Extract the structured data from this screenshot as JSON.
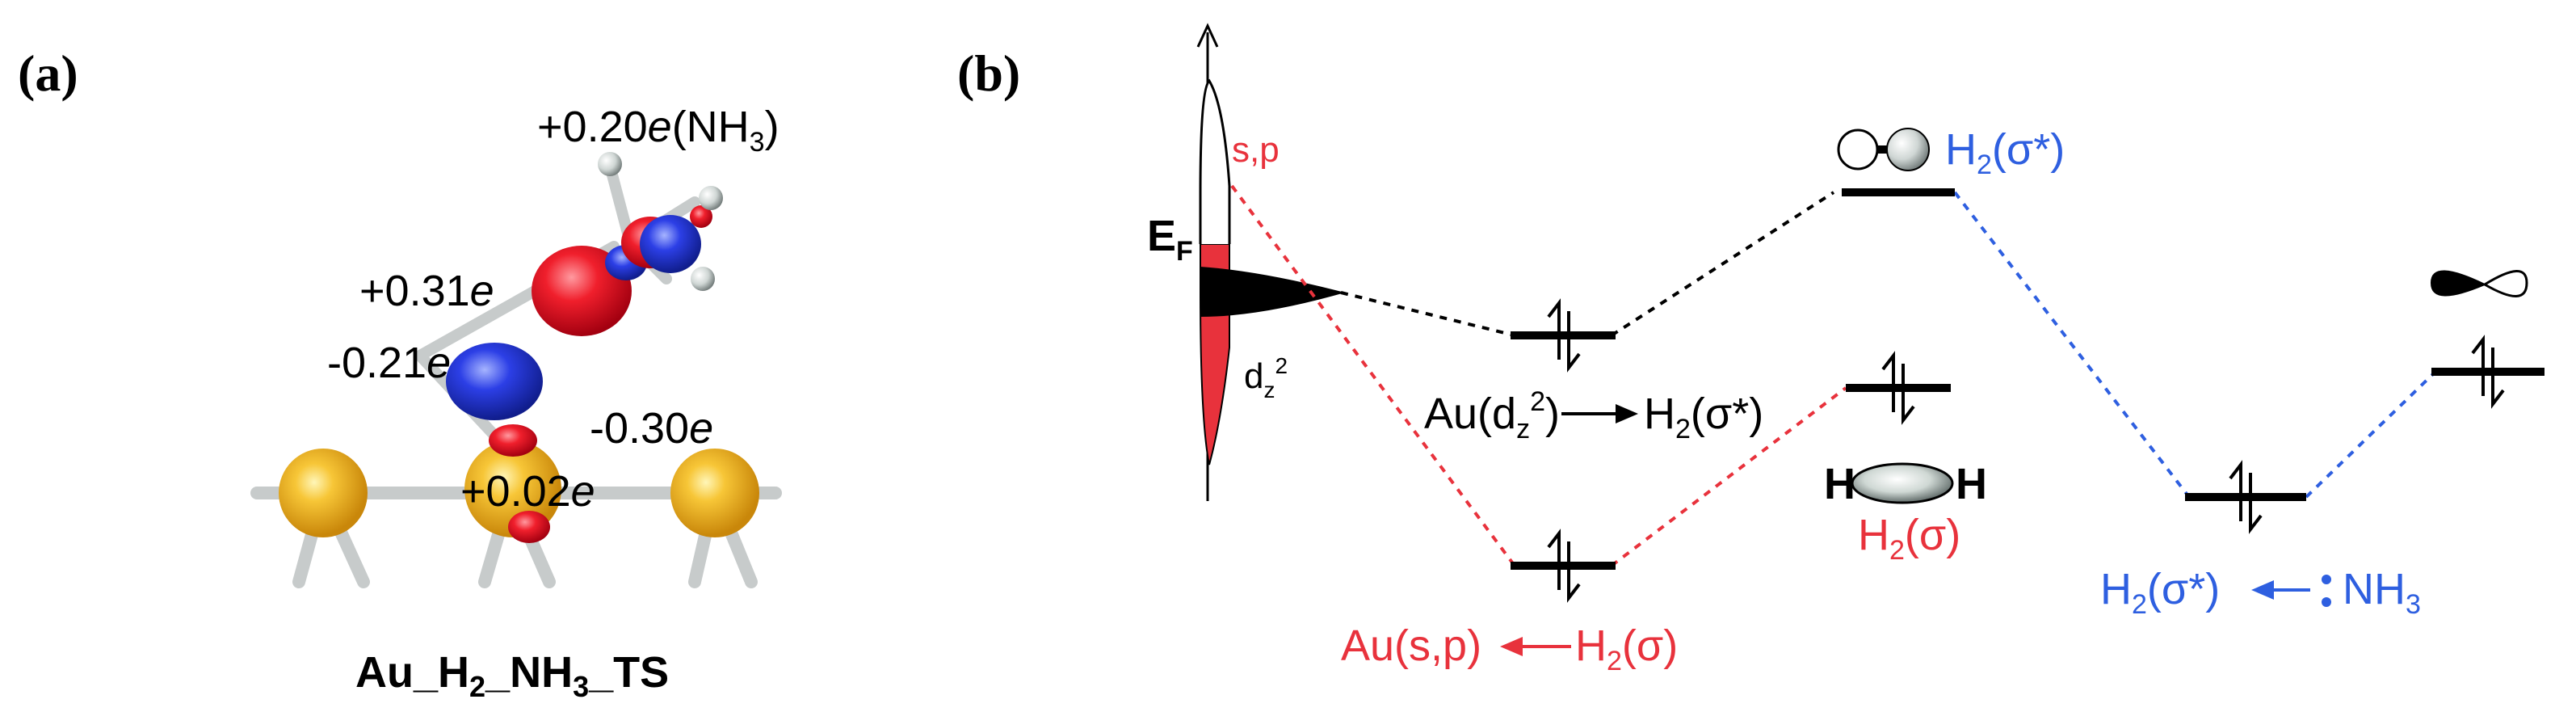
{
  "panel_a": {
    "label": "(a)",
    "charges": {
      "nh3_prefix": "+0.20",
      "nh3_e": "e",
      "nh3_paren_open": "(NH",
      "nh3_sub": "3",
      "nh3_paren_close": ")",
      "h_top_val": "+0.31",
      "h_top_e": "e",
      "h_bottom_val": "-0.21",
      "h_bottom_e": "e",
      "au_right_val": "-0.30",
      "au_right_e": "e",
      "au_center_val": "+0.02",
      "au_center_e": "e"
    },
    "caption": {
      "part1": "Au_H",
      "sub1": "2",
      "part2": "_NH",
      "sub2": "3",
      "part3": "_TS"
    }
  },
  "panel_b": {
    "label": "(b)",
    "fermi": {
      "main": "E",
      "sub": "F"
    },
    "sp_label": "s,p",
    "dz2": {
      "main": "d",
      "sub": "z",
      "sup": "2"
    },
    "h2_sigma_star_top": {
      "main": "H",
      "sub": "2",
      "tail": "(σ*)"
    },
    "h2_sigma": {
      "main": "H",
      "sub": "2",
      "tail": "(σ)"
    },
    "h_left": "H",
    "h_right": "H",
    "donation_black": {
      "left": "Au(d",
      "left_sub": "z",
      "left_sup": "2",
      "left_close": ")",
      "right": "H",
      "right_sub": "2",
      "right_tail": "(σ*)"
    },
    "donation_red": {
      "left": "Au(s,p)",
      "right": "H",
      "right_sub": "2",
      "right_tail": "(σ)"
    },
    "donation_blue": {
      "left": "H",
      "left_sub": "2",
      "left_tail": "(σ*)",
      "right": "NH",
      "right_sub": "3"
    },
    "colors": {
      "red": "#e8323c",
      "blue": "#2e5fe0",
      "black": "#000000",
      "gold": "#f2b21a"
    }
  }
}
